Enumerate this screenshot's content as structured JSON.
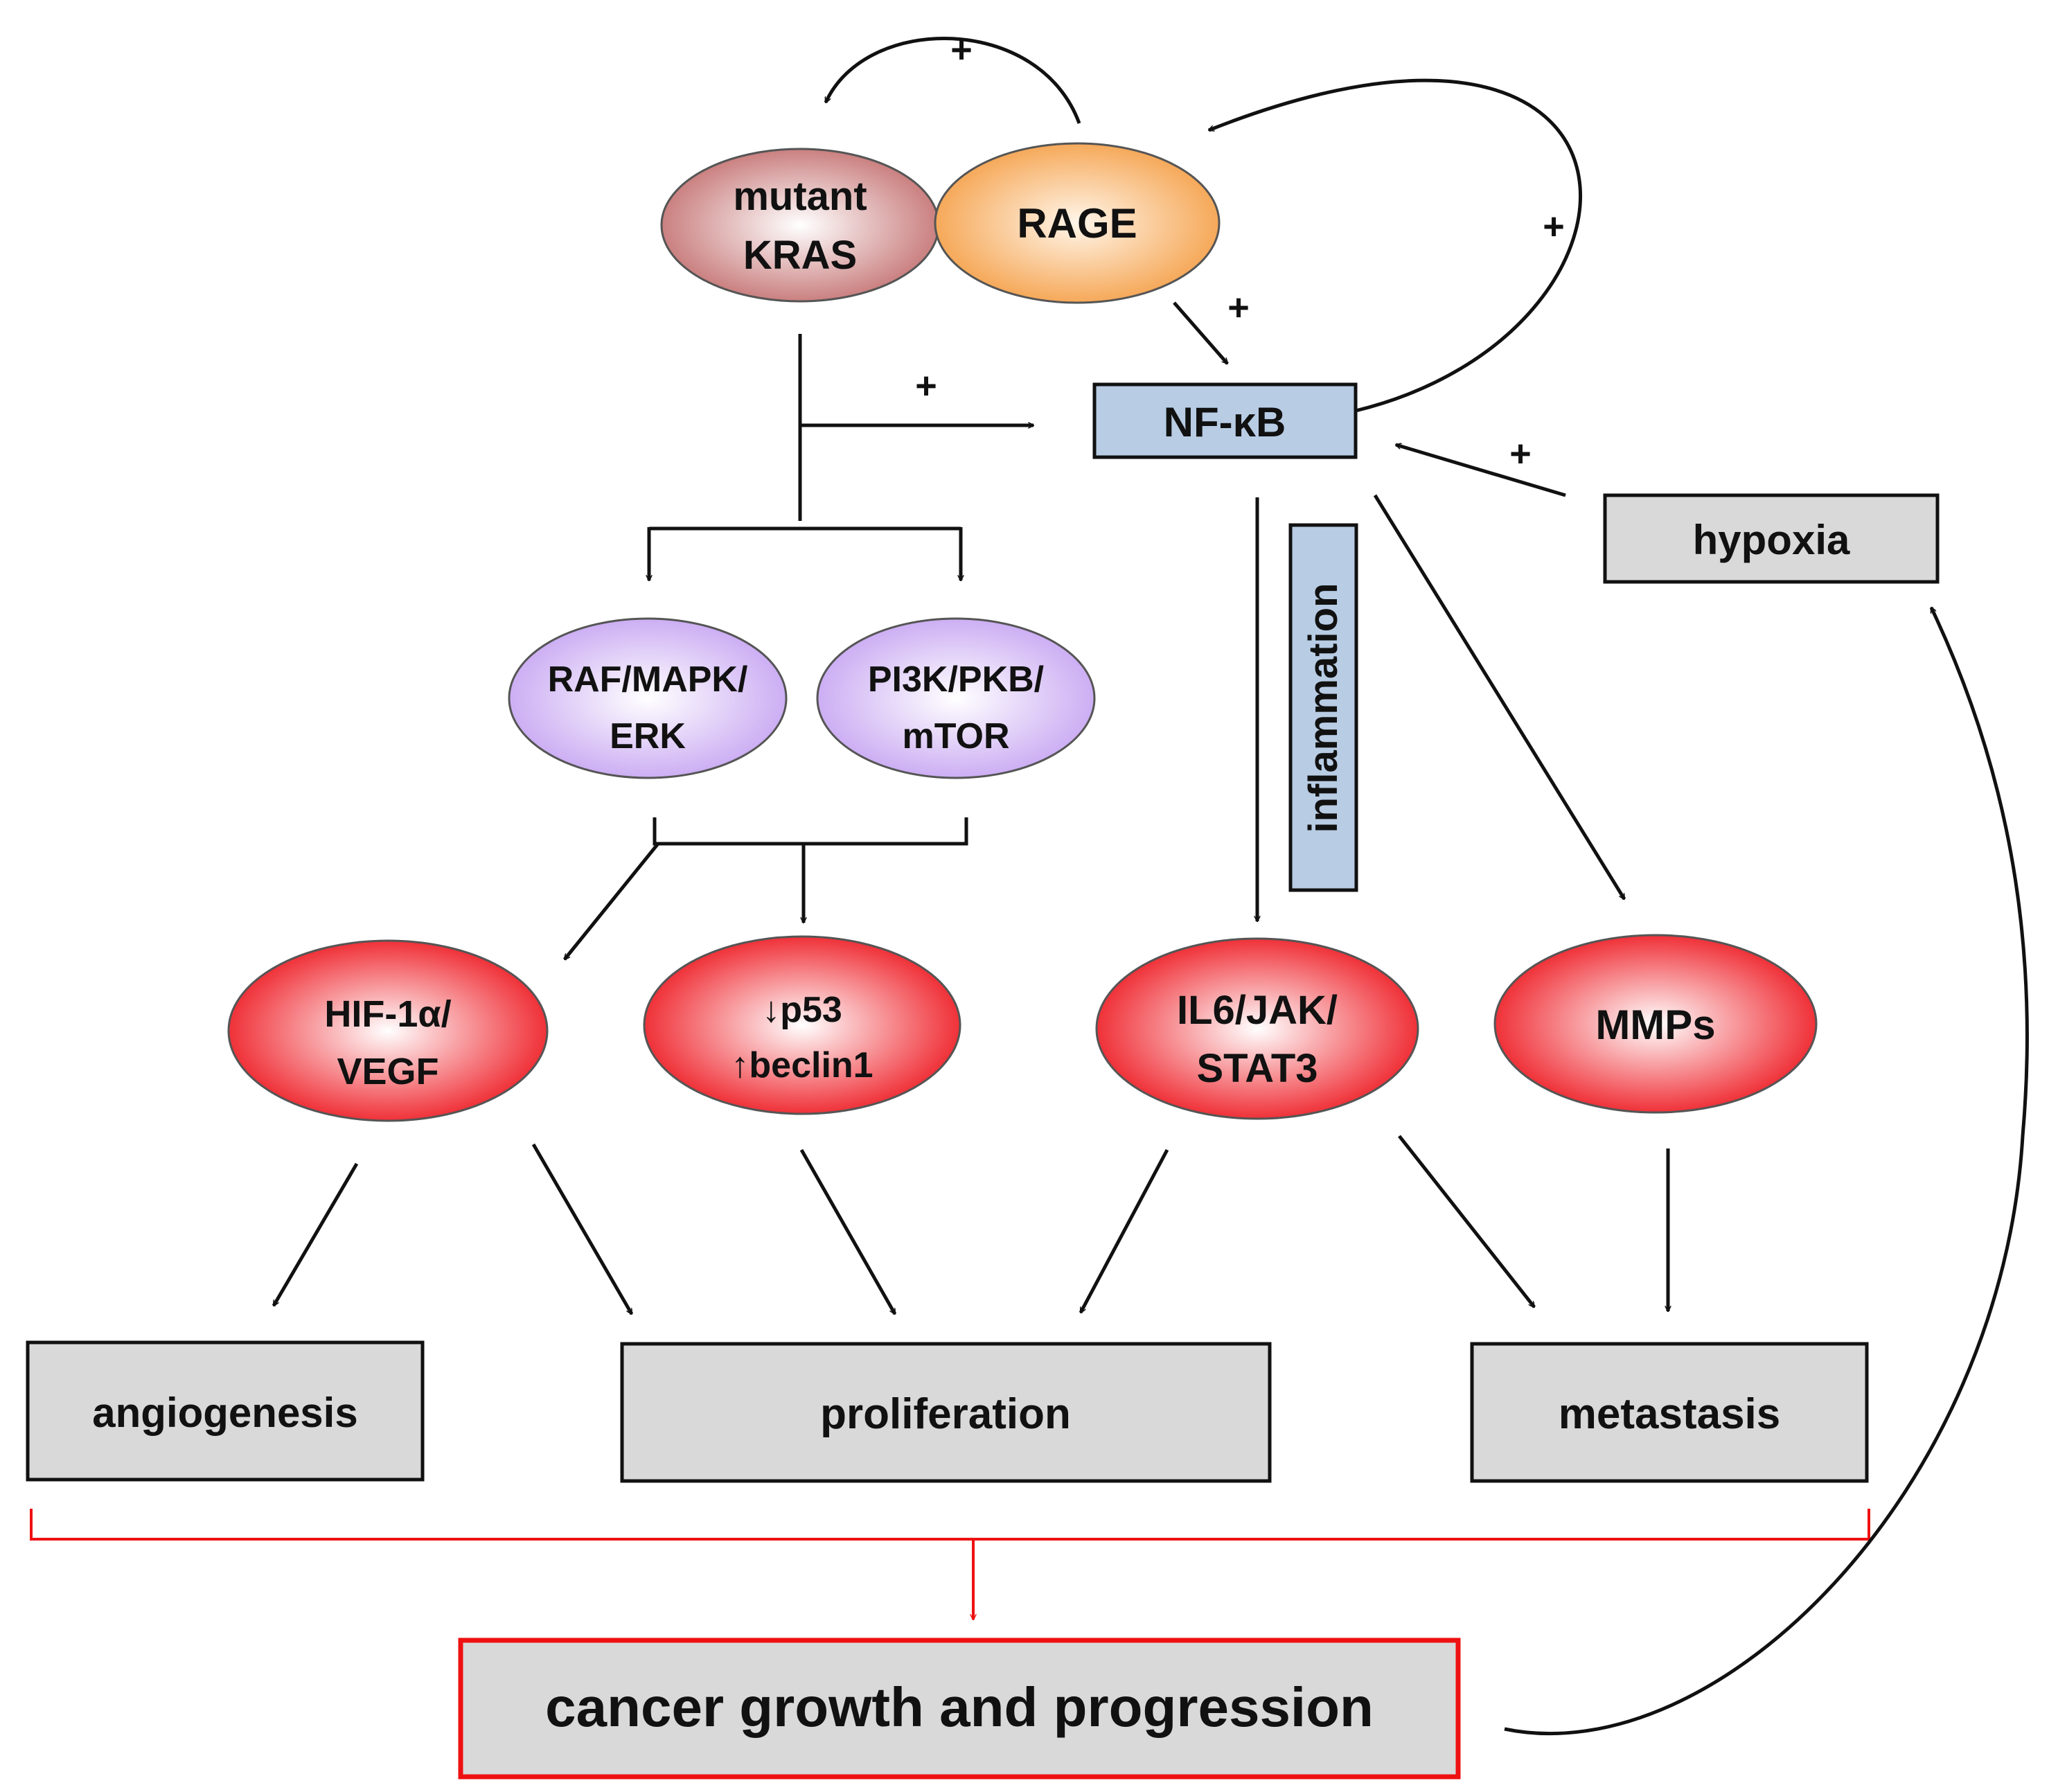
{
  "nodes": {
    "mutant_kras": [
      "mutant",
      "KRAS"
    ],
    "rage": "RAGE",
    "nfkb": "NF-κB",
    "hypoxia": "hypoxia",
    "raf": [
      "RAF/MAPK/",
      "ERK"
    ],
    "pi3k": [
      "PI3K/PKB/",
      "mTOR"
    ],
    "hif": [
      "HIF-1α/",
      "VEGF"
    ],
    "p53": [
      "↓p53",
      "↑beclin1"
    ],
    "il6": [
      "IL6/JAK/",
      "STAT3"
    ],
    "mmps": "MMPs",
    "inflammation": "inflammation",
    "angiogenesis": "angiogenesis",
    "proliferation": "proliferation",
    "metastasis": "metastasis",
    "cancer": "cancer growth and progression"
  },
  "signs": {
    "kras_rage_loop": "+",
    "nfkb_loop": "+",
    "rage_nfkb": "+",
    "kras_nfkb": "+",
    "hypoxia_nfkb": "+"
  },
  "colors": {
    "line": "#111111",
    "red_outline": "#ee1111",
    "grey_box": "#d9d9d9",
    "blue_box": "#b8cce4",
    "kras": "#c57373",
    "rage": "#f5a14b",
    "purple": "#c7a6f2",
    "red_ellipse": "#ee1c24"
  }
}
